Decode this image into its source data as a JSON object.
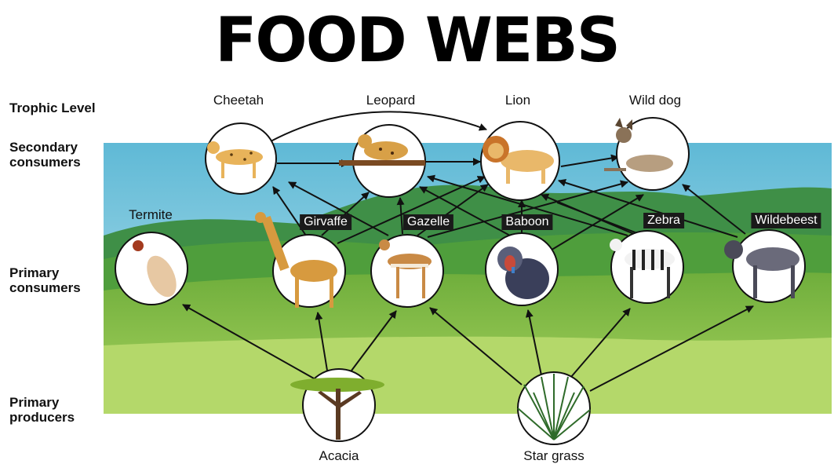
{
  "title": "FOOD WEBS",
  "levels": {
    "header": "Trophic Level",
    "secondary": "Secondary consumers",
    "primary": "Primary consumers",
    "producers": "Primary producers"
  },
  "organisms": {
    "cheetah": "Cheetah",
    "leopard": "Leopard",
    "lion": "Lion",
    "wild_dog": "Wild dog",
    "termite": "Termite",
    "giraffe": "Girvaffe",
    "gazelle": "Gazelle",
    "baboon": "Baboon",
    "zebra": "Zebra",
    "wildebeest": "Wildebeest",
    "acacia": "Acacia",
    "star_grass": "Star grass"
  },
  "colors": {
    "sky": "#7fc9dd",
    "hills": "#3f9a4a",
    "grass": "#7bbf3c",
    "light_grass": "#b8dc6a",
    "circle_stroke": "#111111",
    "arrow": "#111111"
  }
}
